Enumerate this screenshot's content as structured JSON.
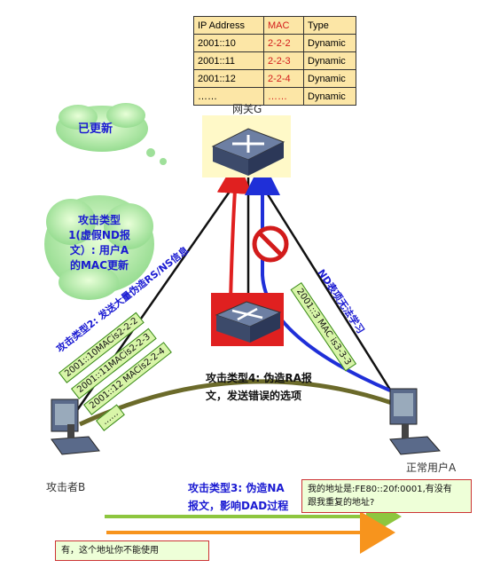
{
  "nd_table": {
    "headers": {
      "ip": "IP Address",
      "mac": "MAC",
      "type": "Type"
    },
    "rows": [
      {
        "ip": "2001::10",
        "mac": "2-2-2",
        "type": "Dynamic"
      },
      {
        "ip": "2001::11",
        "mac": "2-2-3",
        "type": "Dynamic"
      },
      {
        "ip": "2001::12",
        "mac": "2-2-4",
        "type": "Dynamic"
      },
      {
        "ip": "……",
        "mac": "……",
        "type": "Dynamic"
      }
    ]
  },
  "gateway_label": "网关G",
  "attacker_label": "攻击者B",
  "user_label": "正常用户A",
  "cloud_updated": "已更新",
  "cloud_attack1": [
    "攻击类型",
    "1(虚假ND报",
    "文）: 用户A",
    "的MAC更新"
  ],
  "attack2_title": "攻击类型2: 发送大量伪造RS/NS信息",
  "attack2_entries": [
    "2001::10MACis2-2-2",
    "2001::11MACis2-2-3",
    "2001::12 MACis2-2-4",
    "……"
  ],
  "nd_learn_title": "ND表项无法学习",
  "nd_learn_entry": "2001::3 MAC is3-3-3",
  "attack4_lines": [
    "攻击类型4: 伪造RA报",
    "文，发送错误的选项"
  ],
  "attack3_lines": [
    "攻击类型3: 伪造NA",
    "报文，影响DAD过程"
  ],
  "user_msg_lines": [
    "我的地址是:FE80::20f:0001,有没有",
    "跟我重复的地址?"
  ],
  "attacker_msg": "有，这个地址你不能使用",
  "colors": {
    "attack_red": "#e02020",
    "legit_blue": "#1f2fd8",
    "arc": "#6b6a2a",
    "arrow_green": "#8dc63f",
    "arrow_orange": "#f7941d"
  }
}
